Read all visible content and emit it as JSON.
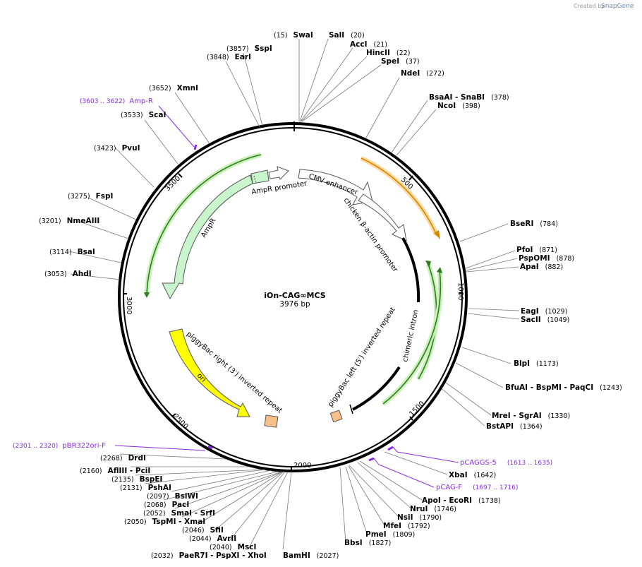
{
  "credit": {
    "prefix": "Created by",
    "brand": "SnapGene"
  },
  "plasmid": {
    "name": "iOn-CAG∞MCS",
    "length": "3976 bp"
  },
  "ticks": [
    {
      "label": "500",
      "pos": 500
    },
    {
      "label": "1000",
      "pos": 1000
    },
    {
      "label": "1500",
      "pos": 1500
    },
    {
      "label": "2000",
      "pos": 2000
    },
    {
      "label": "2500",
      "pos": 2500
    },
    {
      "label": "3000",
      "pos": 3000
    },
    {
      "label": "3500",
      "pos": 3500
    }
  ],
  "features": [
    {
      "label": "CMV enhancer"
    },
    {
      "label": "chicken β-actin promoter"
    },
    {
      "label": "chimeric intron"
    },
    {
      "label": "piggyBac left (5′) inverted repeat"
    },
    {
      "label": "piggyBac right (3′) inverted repeat"
    },
    {
      "label": "ori"
    },
    {
      "label": "AmpR"
    },
    {
      "label": "AmpR promoter"
    }
  ],
  "sites": [
    {
      "name": "SwaI",
      "pos": "(15)"
    },
    {
      "name": "SalI",
      "pos": "(20)"
    },
    {
      "name": "AccI",
      "pos": "(21)"
    },
    {
      "name": "HincII",
      "pos": "(22)"
    },
    {
      "name": "SpeI",
      "pos": "(37)"
    },
    {
      "name": "NdeI",
      "pos": "(272)"
    },
    {
      "name": "BsaAI - SnaBI",
      "pos": "(378)"
    },
    {
      "name": "NcoI",
      "pos": "(398)"
    },
    {
      "name": "BseRI",
      "pos": "(784)"
    },
    {
      "name": "PfoI",
      "pos": "(871)"
    },
    {
      "name": "PspOMI",
      "pos": "(878)"
    },
    {
      "name": "ApaI",
      "pos": "(882)"
    },
    {
      "name": "EagI",
      "pos": "(1029)"
    },
    {
      "name": "SacII",
      "pos": "(1049)"
    },
    {
      "name": "BlpI",
      "pos": "(1173)"
    },
    {
      "name": "BfuAI - BspMI - PaqCI",
      "pos": "(1243)"
    },
    {
      "name": "MreI - SgrAI",
      "pos": "(1330)"
    },
    {
      "name": "BstAPI",
      "pos": "(1364)"
    },
    {
      "name": "XbaI",
      "pos": "(1642)"
    },
    {
      "name": "ApoI - EcoRI",
      "pos": "(1738)"
    },
    {
      "name": "NruI",
      "pos": "(1746)"
    },
    {
      "name": "NsiI",
      "pos": "(1790)"
    },
    {
      "name": "MfeI",
      "pos": "(1792)"
    },
    {
      "name": "PmeI",
      "pos": "(1809)"
    },
    {
      "name": "BbsI",
      "pos": "(1827)"
    },
    {
      "name": "BamHI",
      "pos": "(2027)"
    },
    {
      "name": "PaeR7I - PspXI - XhoI",
      "pos": "(2032)"
    },
    {
      "name": "MscI",
      "pos": "(2040)"
    },
    {
      "name": "AvrII",
      "pos": "(2044)"
    },
    {
      "name": "SfiI",
      "pos": "(2046)"
    },
    {
      "name": "TspMI - XmaI",
      "pos": "(2050)"
    },
    {
      "name": "SmaI - SrfI",
      "pos": "(2052)"
    },
    {
      "name": "PacI",
      "pos": "(2068)"
    },
    {
      "name": "BsiWI",
      "pos": "(2097)"
    },
    {
      "name": "PshAI",
      "pos": "(2131)"
    },
    {
      "name": "BspEI",
      "pos": "(2135)"
    },
    {
      "name": "AflIII - PciI",
      "pos": "(2160)"
    },
    {
      "name": "DrdI",
      "pos": "(2268)"
    },
    {
      "name": "AhdI",
      "pos": "(3053)"
    },
    {
      "name": "BsaI",
      "pos": "(3114)"
    },
    {
      "name": "NmeAIII",
      "pos": "(3201)"
    },
    {
      "name": "FspI",
      "pos": "(3275)"
    },
    {
      "name": "PvuI",
      "pos": "(3423)"
    },
    {
      "name": "ScaI",
      "pos": "(3533)"
    },
    {
      "name": "XmnI",
      "pos": "(3652)"
    },
    {
      "name": "EarI",
      "pos": "(3848)"
    },
    {
      "name": "SspI",
      "pos": "(3857)"
    }
  ],
  "primers": [
    {
      "name": "pCAGGS-5",
      "pos": "(1613 .. 1635)"
    },
    {
      "name": "pCAG-F",
      "pos": "(1697 .. 1716)"
    },
    {
      "name": "pBR322ori-F",
      "pos": "(2301 .. 2320)"
    },
    {
      "name": "Amp-R",
      "pos": "(3603 .. 3622)"
    }
  ],
  "colors": {
    "primer": "#8a2be2",
    "amp": "#c8f5cc",
    "ori": "#ffff00",
    "itr": "#f7c08a",
    "orange": "#f0a030",
    "green_glow": "#b5e8a8"
  }
}
